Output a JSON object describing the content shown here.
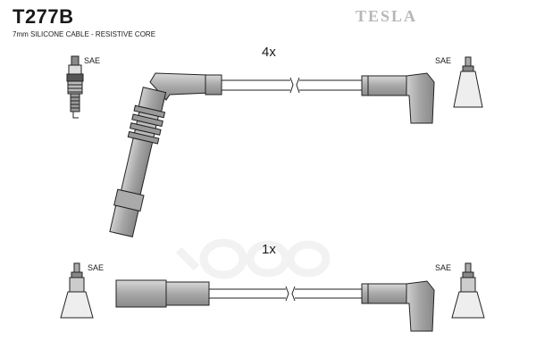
{
  "header": {
    "part_number": "T277B",
    "subtitle": "7mm SILICONE CABLE - RESISTIVE CORE",
    "brand": "TESLA"
  },
  "set_top": {
    "quantity": "4x",
    "end_left": "",
    "end_right": "SAE"
  },
  "set_bottom": {
    "quantity": "1x",
    "end_left": "SAE",
    "end_right": "SAE"
  },
  "plug_label": "SAE",
  "watermark": "ozon"
}
